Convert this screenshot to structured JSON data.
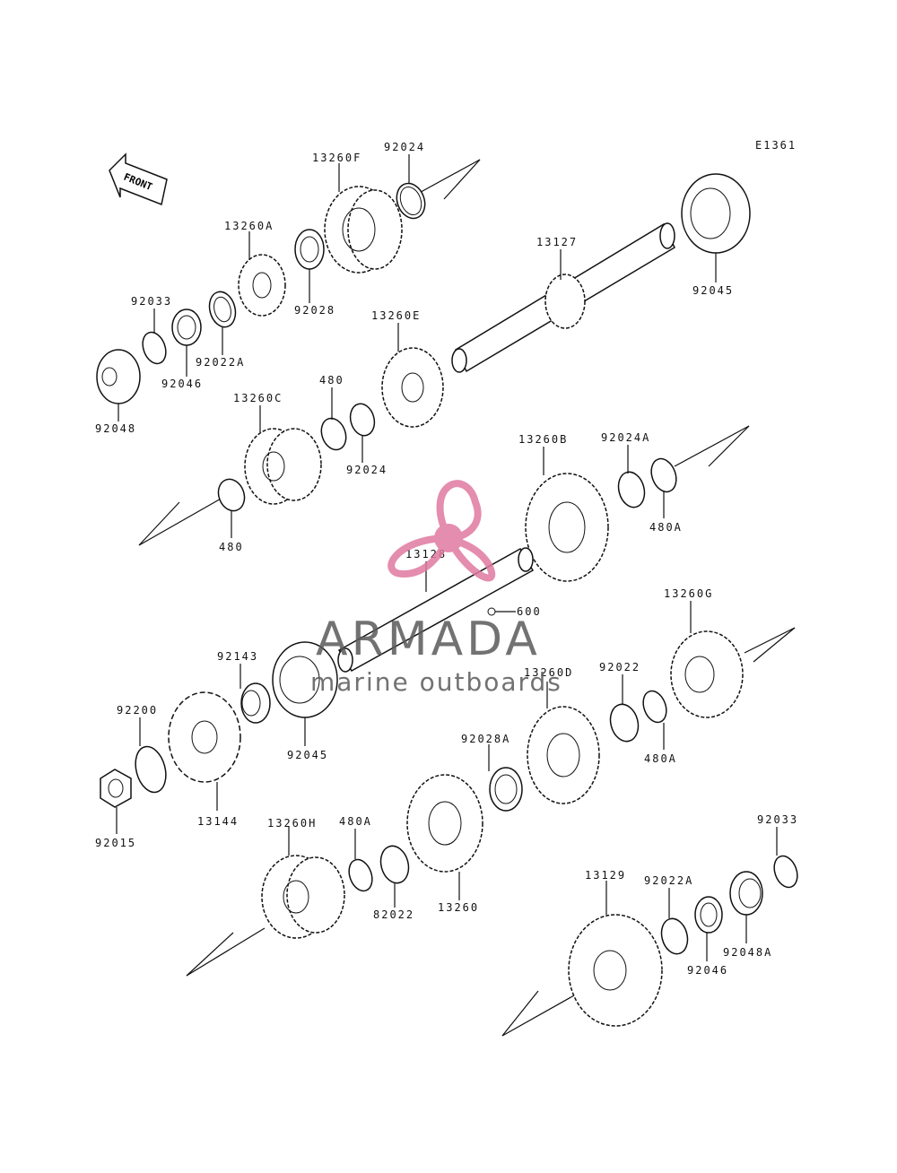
{
  "diagram_code": "E1361",
  "front_label": "FRONT",
  "parts": {
    "p92024_top": "92024",
    "p13260F": "13260F",
    "p13260A": "13260A",
    "p13127": "13127",
    "p92045_top": "92045",
    "p92033_top": "92033",
    "p92028": "92028",
    "p92022A_top": "92022A",
    "p13260E": "13260E",
    "p92046_top": "92046",
    "p92048": "92048",
    "p480_top": "480",
    "p13260C": "13260C",
    "p92024_mid": "92024",
    "p13260B": "13260B",
    "p92024A": "92024A",
    "p480A_top": "480A",
    "p480_left": "480",
    "p13128": "13128",
    "p600": "600",
    "p13260G": "13260G",
    "p92143": "92143",
    "p13260D": "13260D",
    "p92022_mid": "92022",
    "p92200": "92200",
    "p92045_mid": "92045",
    "p480A_mid": "480A",
    "p92028A": "92028A",
    "p13144": "13144",
    "p92015": "92015",
    "p13260H": "13260H",
    "p480A_bot": "480A",
    "p92033_bot": "92033",
    "p13129": "13129",
    "p92022A_bot": "92022A",
    "p82022": "82022",
    "p13260": "13260",
    "p92046_bot": "92046",
    "p92048A": "92048A"
  },
  "watermark": {
    "brand": "ARMADA",
    "tagline": "marine outboards",
    "logo_color": "#e07aa0"
  }
}
